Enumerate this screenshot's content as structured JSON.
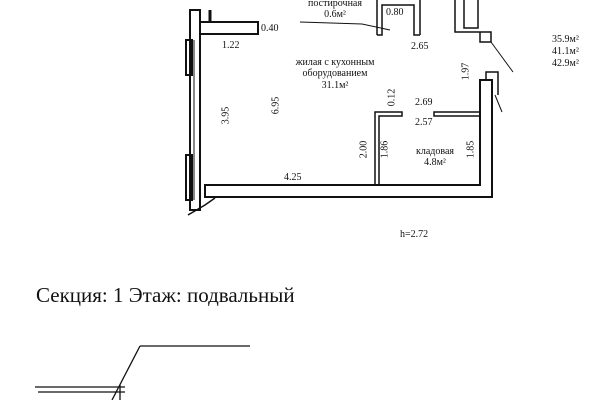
{
  "plan": {
    "rooms": {
      "laundry": {
        "name": "постирочная",
        "area": "0.6м²"
      },
      "living": {
        "name_line1": "жилая с кухонным",
        "name_line2": "оборудованием",
        "area": "31.1м²"
      },
      "storage": {
        "name": "кладовая",
        "area": "4.8м²"
      }
    },
    "dimensions": {
      "d040": "0.40",
      "d122": "1.22",
      "d080": "0.80",
      "d265": "2.65",
      "d197": "1.97",
      "d395": "3.95",
      "d695": "6.95",
      "d012": "0.12",
      "d269": "2.69",
      "d257": "2.57",
      "d200": "2.00",
      "d186": "1.86",
      "d185": "1.85",
      "d425": "4.25"
    },
    "height": "h=2.72",
    "totals": [
      "35.9м²",
      "41.1м²",
      "42.9м²"
    ]
  },
  "section_title": "Секция: 1 Этаж: подвальный"
}
